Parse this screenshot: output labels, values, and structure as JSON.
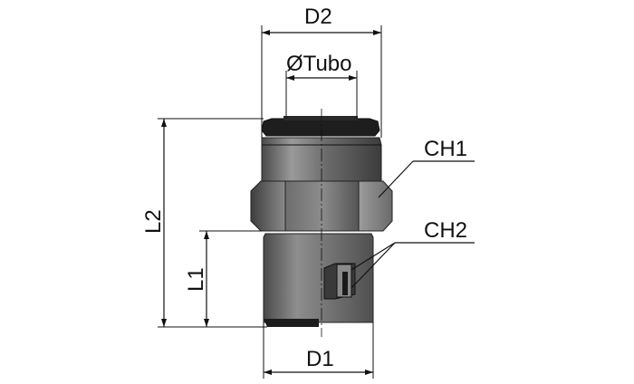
{
  "labels": {
    "d2": "D2",
    "tube_diameter": "ØTubo",
    "ch1": "CH1",
    "ch2": "CH2",
    "l2": "L2",
    "l1": "L1",
    "d1": "D1"
  },
  "colors": {
    "line": "#111111",
    "metal_dark": "#3a3a3a",
    "metal_mid": "#7a7a7a",
    "metal_light": "#b8b8b8",
    "collet": "#1a1a1a"
  }
}
